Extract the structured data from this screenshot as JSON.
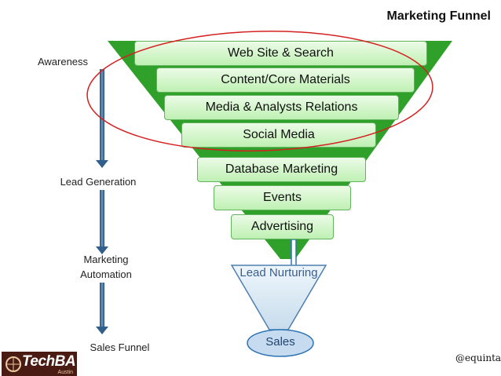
{
  "title": "Marketing Funnel",
  "stages": {
    "awareness": "Awareness",
    "lead_generation": "Lead Generation",
    "marketing_automation": "Marketing Automation",
    "sales_funnel": "Sales Funnel"
  },
  "funnel": {
    "tactics": [
      "Web Site & Search",
      "Content/Core Materials",
      "Media & Analysts Relations",
      "Social Media",
      "Database Marketing",
      "Events",
      "Advertising"
    ],
    "lead_nurturing": "Lead Nurturing",
    "sales": "Sales"
  },
  "footer": {
    "logo": "TechBA",
    "logo_sub": "Austin",
    "handle": "@equintanilla"
  },
  "colors": {
    "funnel": "#2fa12b",
    "bar_border": "#62b45e",
    "highlight_ellipse": "#d42020",
    "arrow": "#2f5f8a",
    "lead_funnel": "#dcebf5",
    "logo_bg": "#4a1b12"
  }
}
